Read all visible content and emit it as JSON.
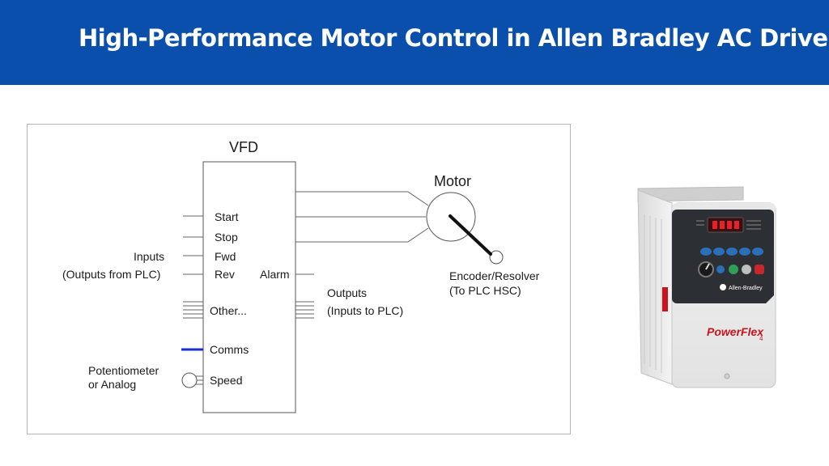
{
  "header": {
    "title": "High-Performance Motor Control in Allen Bradley AC Drives"
  },
  "diagram": {
    "vfd_title": "VFD",
    "motor_label": "Motor",
    "inputs_label": "Inputs",
    "inputs_sub": "(Outputs from PLC)",
    "signals": {
      "start": "Start",
      "stop": "Stop",
      "fwd": "Fwd",
      "rev": "Rev",
      "alarm": "Alarm",
      "other": "Other...",
      "comms": "Comms",
      "speed": "Speed"
    },
    "outputs_label": "Outputs",
    "outputs_sub": "(Inputs to PLC)",
    "encoder_label": "Encoder/Resolver",
    "encoder_sub": "(To PLC HSC)",
    "pot_label": "Potentiometer",
    "pot_sub": "or Analog",
    "colors": {
      "comms_line": "#1a2fd0",
      "line": "#666666"
    }
  },
  "product": {
    "brand_logo_text": "Allen-Bradley",
    "model_logo_text": "PowerFlex",
    "model_suffix": "4",
    "colors": {
      "keypad": "#2c2f33",
      "display": "#c8141e",
      "key_blue": "#2a6fb8",
      "key_green": "#2e9e58",
      "key_red": "#c7262d"
    }
  }
}
